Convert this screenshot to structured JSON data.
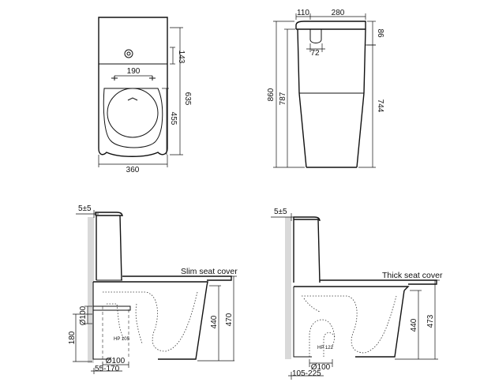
{
  "top_view": {
    "tank_depth": "143",
    "seat_fix_spacing": "190",
    "bowl_length": "455",
    "total_length": "635",
    "width": "360"
  },
  "side_view": {
    "cistern_lid_offset": "110",
    "cistern_depth": "280",
    "lid_thickness": "86",
    "button_offset": "72",
    "total_height": "860",
    "pan_height_left": "787",
    "pan_height_right": "744"
  },
  "section_slim": {
    "wall_gap": "5±5",
    "seat_label": "Slim seat cover",
    "outlet_diameter": "Ø100",
    "bottom_outlet_diameter": "Ø100",
    "seat_height": "440",
    "total_height": "470",
    "outlet_height": "180",
    "trap_code": "HP 105",
    "setout_range": "55-170"
  },
  "section_thick": {
    "wall_gap": "5±5",
    "seat_label": "Thick seat cover",
    "bottom_outlet_diameter": "Ø100",
    "seat_height": "440",
    "total_height": "473",
    "trap_code": "HP 122",
    "setout_range": "105-225"
  }
}
